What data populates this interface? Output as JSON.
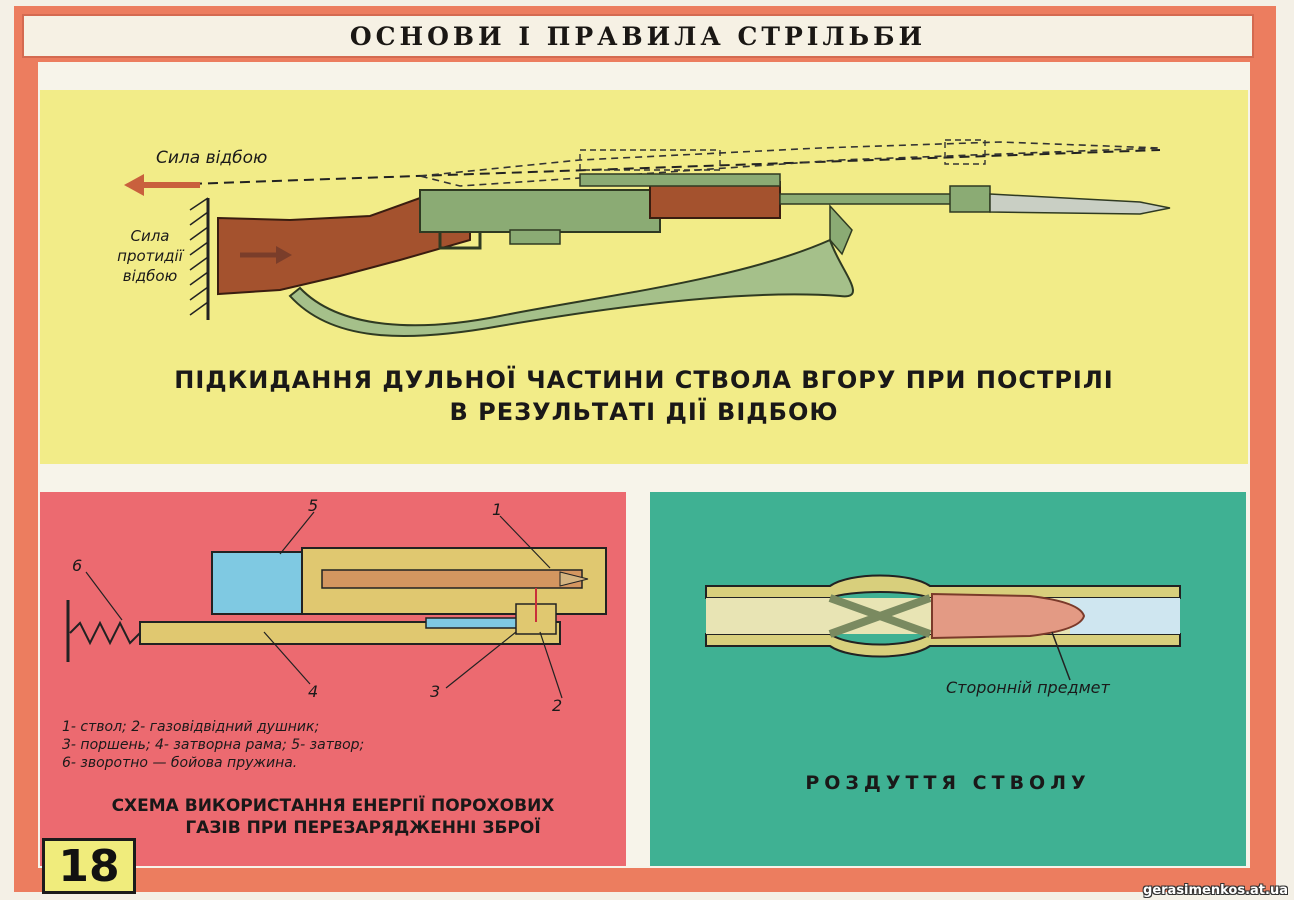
{
  "header": {
    "title": "ОСНОВИ І ПРАВИЛА  СТРІЛЬБИ"
  },
  "top_panel": {
    "label_recoil": "Сила  відбою",
    "label_counter": [
      "Сила",
      "протидії",
      "відбою"
    ],
    "caption_line1": "ПІДКИДАННЯ ДУЛЬНОЇ  ЧАСТИНИ СТВОЛА ВГОРУ ПРИ ПОСТРІЛІ",
    "caption_line2": "В РЕЗУЛЬТАТІ ДІЇ ВІДБОЮ"
  },
  "left_panel": {
    "numbers": [
      "1",
      "2",
      "3",
      "4",
      "5",
      "6"
    ],
    "legend": [
      "1- ствол;  2- газовідвідний   душник;",
      "3- поршень;  4- затворна рама;  5- затвор;",
      "6- зворотно — бойова пружина."
    ],
    "caption_line1": "СХЕМА ВИКОРИСТАННЯ ЕНЕРГІЇ ПОРОХОВИХ",
    "caption_line2": "ГАЗІВ ПРИ ПЕРЕЗАРЯДЖЕННІ ЗБРОЇ"
  },
  "right_panel": {
    "label_foreign": "Сторонній  предмет",
    "caption": "РОЗДУТТЯ   СТВОЛУ"
  },
  "page_number": "18",
  "watermark": "gerasimenkos.at.ua",
  "colors": {
    "frame": "#ec7d5f",
    "top": "#f2ec88",
    "red": "#ec6a70",
    "green": "#3fb193",
    "wood": "#a4522e"
  }
}
